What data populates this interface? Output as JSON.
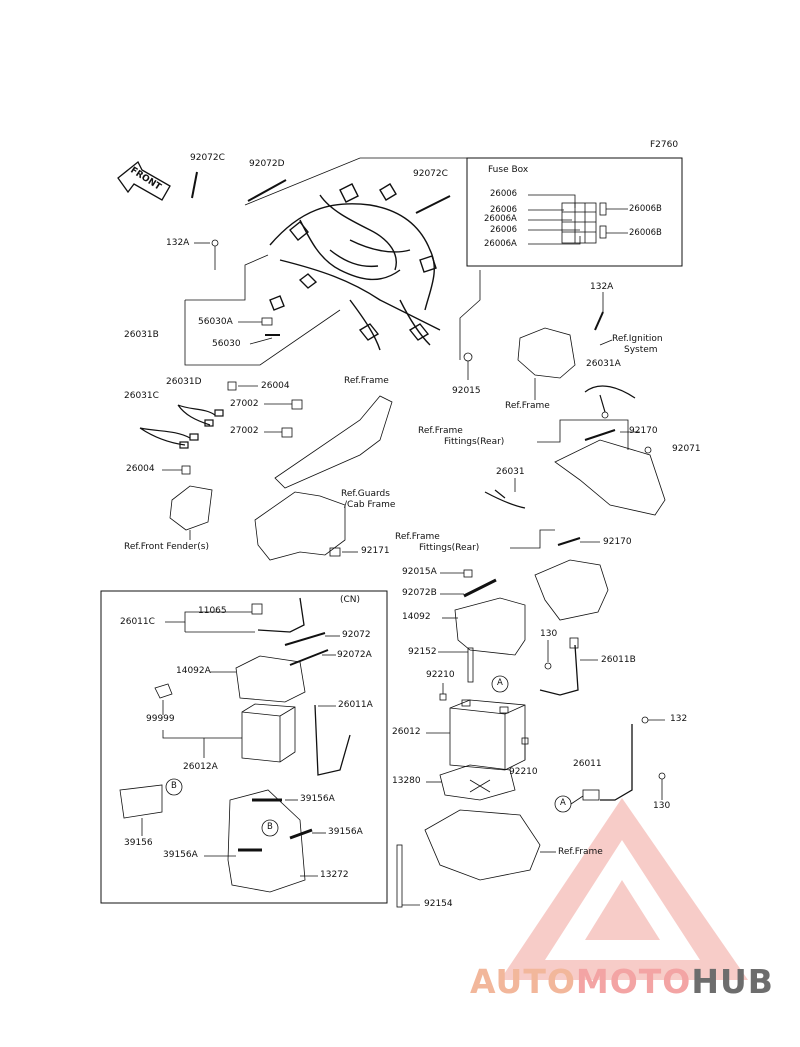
{
  "diagram": {
    "code": "F2760",
    "front_label": "FRONT",
    "cn_label": "(CN)",
    "fuse_box": {
      "title": "Fuse Box",
      "left_labels": [
        "26006",
        "26006",
        "26006A",
        "26006",
        "26006A"
      ],
      "right_labels": [
        "26006B",
        "26006B"
      ]
    },
    "part_labels": {
      "p92072C_a": "92072C",
      "p92072D": "92072D",
      "p92072C_b": "92072C",
      "p132A_a": "132A",
      "p132A_b": "132A",
      "p56030A": "56030A",
      "p56030": "56030",
      "p26031B": "26031B",
      "p26004_a": "26004",
      "p26004_b": "26004",
      "p92015": "92015",
      "p26031D": "26031D",
      "p26031C": "26031C",
      "p27002_a": "27002",
      "p27002_b": "27002",
      "p26031A": "26031A",
      "p92170_a": "92170",
      "p92070": "92071",
      "p26031": "26031",
      "p92171": "92171",
      "p92170_b": "92170",
      "p92015A": "92015A",
      "p92072B": "92072B",
      "p14092": "14092",
      "p130_a": "130",
      "p26011B": "26011B",
      "p92152": "92152",
      "p92210_a": "92210",
      "p26012": "26012",
      "p92210_b": "92210",
      "p132": "132",
      "p26011": "26011",
      "p130_b": "130",
      "p13280": "13280",
      "p92154": "92154",
      "p11065": "11065",
      "p26011C": "26011C",
      "p92072": "92072",
      "p14092A": "14092A",
      "p92072A": "92072A",
      "p99999": "99999",
      "p26011A": "26011A",
      "p26012A": "26012A",
      "p39156": "39156",
      "p39156A_a": "39156A",
      "p39156A_b": "39156A",
      "p39156A_c": "39156A",
      "p13272": "13272"
    },
    "refs": {
      "ignition_1": "Ref.Ignition",
      "ignition_2": "System",
      "frame_top": "Ref.Frame",
      "frame_mid": "Ref.Frame",
      "frame_fit_1a": "Ref.Frame",
      "frame_fit_1b": "Fittings(Rear)",
      "guards_1": "Ref.Guards",
      "guards_2": "/Cab Frame",
      "front_fender": "Ref.Front Fender(s)",
      "frame_fit_2a": "Ref.Frame",
      "frame_fit_2b": "Fittings(Rear)",
      "frame_bottom": "Ref.Frame"
    },
    "callouts": {
      "a1": "A",
      "a2": "A",
      "b1": "B",
      "b2": "B"
    }
  },
  "watermark": {
    "part1": "AUTO",
    "part2": "MOTO",
    "part3": "HUB"
  },
  "colors": {
    "line": "#111111",
    "watermark_orange": "#f2b79b",
    "watermark_red": "#f3a4a4",
    "watermark_gray": "#6d6d6d"
  }
}
